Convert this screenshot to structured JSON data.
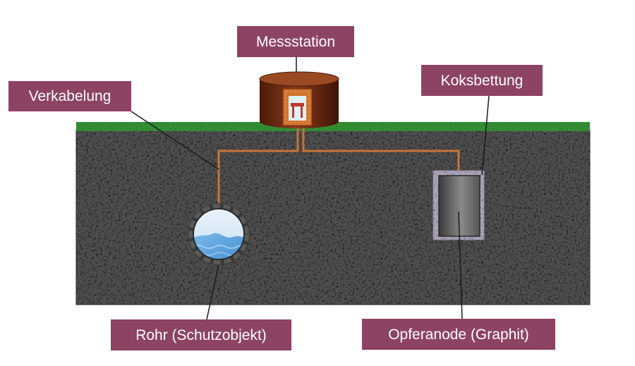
{
  "labels": {
    "station": "Messstation",
    "cabling": "Verkabelung",
    "coke_bed": "Koksbettung",
    "pipe": "Rohr (Schutzobjekt)",
    "anode": "Opferanode (Graphit)"
  },
  "colors": {
    "label_bg": "#8d4364",
    "label_text": "#ffffff",
    "soil": "#4a4a4a",
    "grass": "#2f8a2f",
    "station_body": "#6b2a12",
    "cable": "#d07a3a",
    "water": "#5aa4e0"
  }
}
